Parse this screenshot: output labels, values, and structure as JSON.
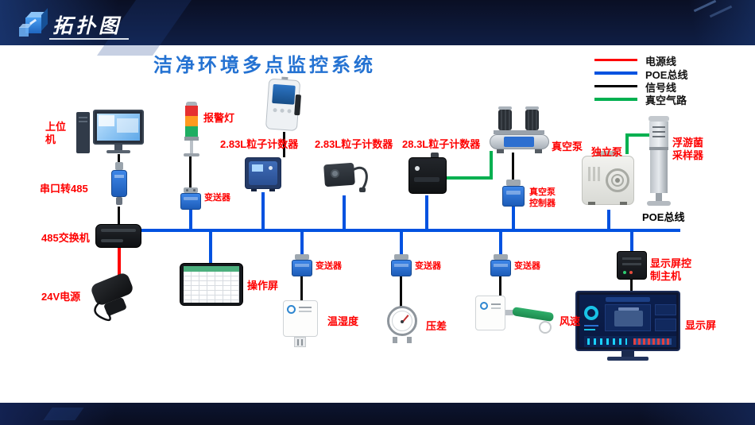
{
  "header": {
    "title": "拓扑图"
  },
  "diagram": {
    "title": "洁净环境多点监控系统",
    "poe_bus_label": "POE总线",
    "legend": [
      {
        "label": "电源线",
        "color": "#fe0000"
      },
      {
        "label": "POE总线",
        "color": "#0052e0"
      },
      {
        "label": "信号线",
        "color": "#000000"
      },
      {
        "label": "真空气路",
        "color": "#00b050"
      }
    ],
    "nodes": {
      "host_computer": "上位机",
      "serial_converter": "串口转485",
      "switch_485": "485交换机",
      "power_24v": "24V电源",
      "alarm_lamp": "报警灯",
      "transmitter_alarm": "变送器",
      "particle_counter_1": "2.83L粒子计数器",
      "particle_counter_2": "2.83L粒子计数器",
      "particle_counter_3": "28.3L粒子计数器",
      "vacuum_pump": "真空泵",
      "vacuum_pump_controller": "真空泵控制器",
      "independent_pump": "独立泵",
      "airborne_sampler": "浮游菌采样器",
      "operation_screen": "操作屏",
      "transmitter_temp": "变送器",
      "transmitter_pressure": "变送器",
      "transmitter_wind": "变送器",
      "temp_humidity": "温湿度",
      "diff_pressure": "压差",
      "wind_speed": "风速",
      "display_controller": "显示屏控制主机",
      "display_screen": "显示屏"
    },
    "colors": {
      "power_line": "#fe0000",
      "poe_line": "#0052e0",
      "signal_line": "#000000",
      "vacuum_line": "#00b050",
      "label_red": "#fe0000",
      "title_blue": "#2472d2"
    },
    "connections": [
      {
        "from": "host_computer",
        "to": "serial_converter",
        "type": "signal"
      },
      {
        "from": "serial_converter",
        "to": "switch_485",
        "type": "signal"
      },
      {
        "from": "switch_485",
        "to": "power_24v",
        "type": "power"
      },
      {
        "from": "switch_485",
        "to": "poe_bus",
        "type": "poe"
      },
      {
        "from": "alarm_lamp",
        "to": "transmitter_alarm",
        "type": "signal"
      },
      {
        "from": "transmitter_alarm",
        "to": "poe_bus",
        "type": "poe"
      },
      {
        "from": "particle_counter_1",
        "to": "poe_bus",
        "type": "poe"
      },
      {
        "from": "particle_counter_2",
        "to": "poe_bus",
        "type": "poe"
      },
      {
        "from": "particle_counter_3",
        "to": "vacuum_pump",
        "type": "vacuum"
      },
      {
        "from": "particle_counter_3",
        "to": "poe_bus",
        "type": "poe"
      },
      {
        "from": "vacuum_pump",
        "to": "vacuum_pump_controller",
        "type": "signal"
      },
      {
        "from": "vacuum_pump_controller",
        "to": "poe_bus",
        "type": "poe"
      },
      {
        "from": "independent_pump",
        "to": "airborne_sampler",
        "type": "vacuum"
      },
      {
        "from": "independent_pump",
        "to": "poe_bus",
        "type": "poe"
      },
      {
        "from": "operation_screen",
        "to": "poe_bus",
        "type": "poe"
      },
      {
        "from": "transmitter_temp",
        "to": "temp_humidity",
        "type": "signal"
      },
      {
        "from": "transmitter_pressure",
        "to": "diff_pressure",
        "type": "signal"
      },
      {
        "from": "transmitter_wind",
        "to": "wind_speed",
        "type": "signal"
      },
      {
        "from": "display_controller",
        "to": "display_screen",
        "type": "signal"
      },
      {
        "from": "display_controller",
        "to": "poe_bus",
        "type": "poe"
      }
    ]
  }
}
